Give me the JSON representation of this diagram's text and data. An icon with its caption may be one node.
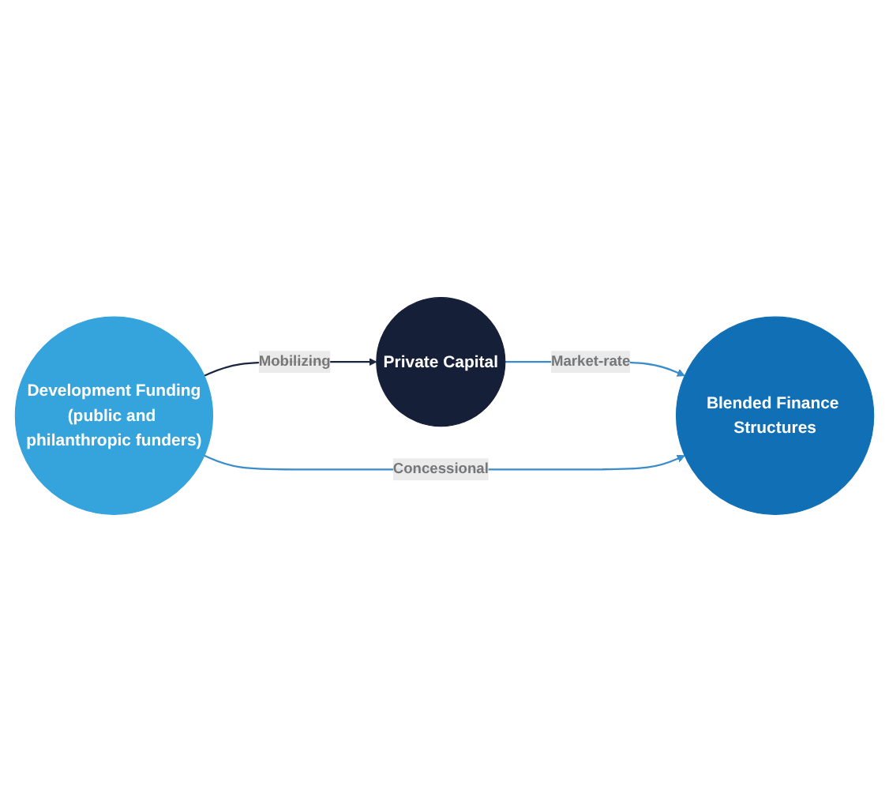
{
  "diagram": {
    "nodes": [
      {
        "text": [
          "Private Capital"
        ]
      },
      {
        "text": [
          "Blended Finance Structures"
        ]
      },
      {
        "text": [
          "Development Funding",
          "(public and philanthropic funders)"
        ]
      }
    ],
    "edges": [
      {
        "from": 0,
        "to": 1,
        "label": "Market-rate",
        "arrow": "to"
      },
      {
        "from": 2,
        "to": 1,
        "label": "Concessional",
        "arrow": "to"
      },
      {
        "from": 2,
        "to": 0,
        "label": "Mobilizing",
        "arrow": "to",
        "color": "#1b2540"
      }
    ]
  }
}
